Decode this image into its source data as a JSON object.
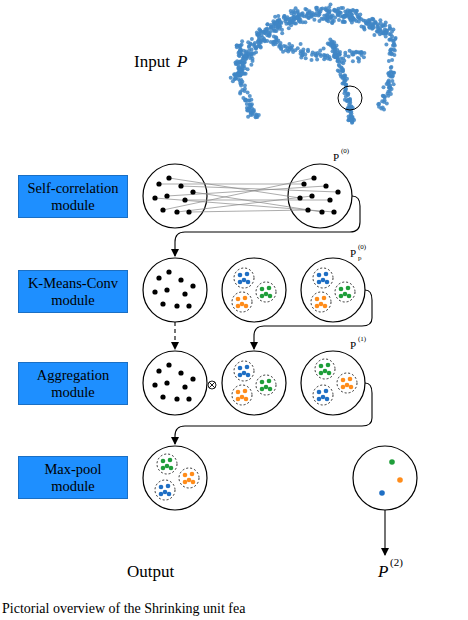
{
  "diagram": {
    "caption": "Pictorial overview of the Shrinking unit fea",
    "nodes": [
      {
        "text": [
          "Self-correlation module"
        ]
      },
      {
        "text": [
          "K-Means-Conv module"
        ]
      },
      {
        "text": [
          "Aggregation module"
        ]
      },
      {
        "text": [
          "Max-pool module"
        ]
      }
    ],
    "labels": [
      "Input",
      "P",
      "P",
      "(0)",
      "P",
      "(0)",
      "p",
      "P",
      "(1)",
      "Output",
      "P",
      "(2)"
    ]
  }
}
